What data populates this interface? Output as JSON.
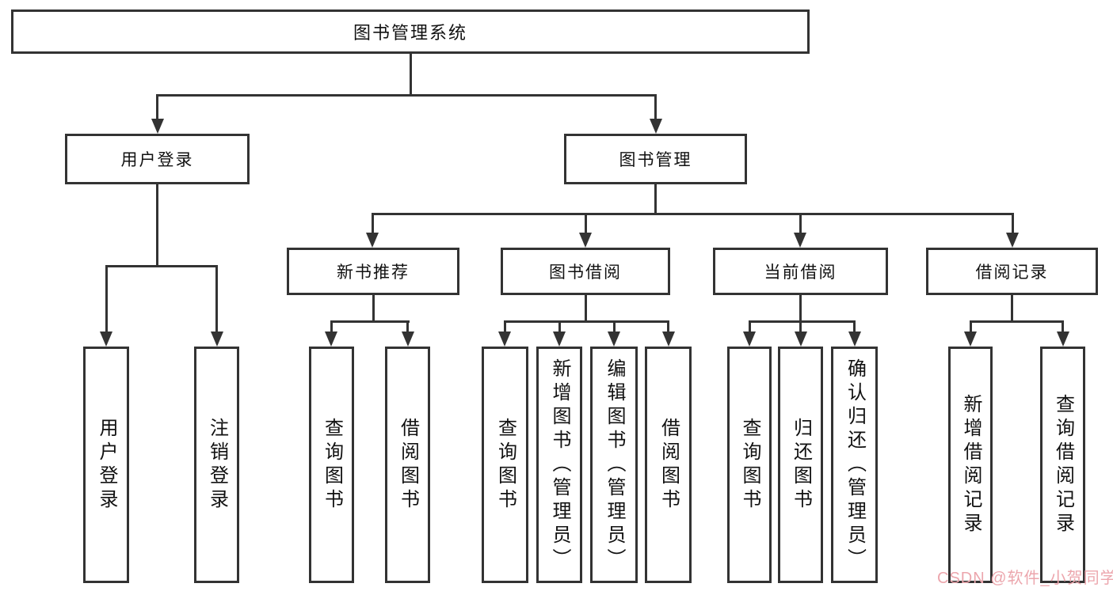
{
  "tree": {
    "root": {
      "label": "图书管理系统"
    },
    "branches": [
      {
        "label": "用户登录",
        "children": [
          "用户登录",
          "注销登录"
        ]
      },
      {
        "label": "图书管理",
        "sections": [
          {
            "label": "新书推荐",
            "children": [
              "查询图书",
              "借阅图书"
            ]
          },
          {
            "label": "图书借阅",
            "children": [
              "查询图书",
              "新增图书（管理员）",
              "编辑图书（管理员）",
              "借阅图书"
            ]
          },
          {
            "label": "当前借阅",
            "children": [
              "查询图书",
              "归还图书",
              "确认归还（管理员）"
            ]
          },
          {
            "label": "借阅记录",
            "children": [
              "新增借阅记录",
              "查询借阅记录"
            ]
          }
        ]
      }
    ]
  },
  "watermark": {
    "text": "CSDN @软件_小贺同学"
  },
  "colors": {
    "line": "#333333",
    "text": "#111111",
    "watermark": "#eca6ad",
    "background": "#ffffff"
  }
}
